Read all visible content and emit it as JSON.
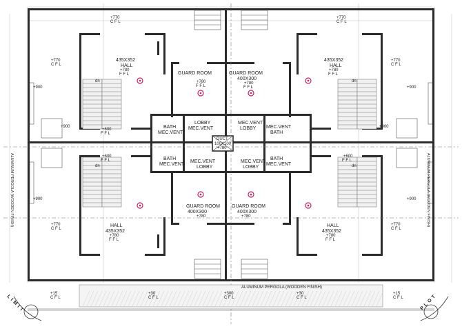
{
  "rooms": {
    "hall": "HALL",
    "hall_size": "435X352",
    "guard_room": "GUARD ROOM",
    "guard_size": "400X300",
    "bath": "BATH",
    "mec_vent": "MEC.VENT",
    "lobby": "LOBBY",
    "duct": "DUCT",
    "duct_size": "100X100"
  },
  "levels": {
    "ffl_780": "+780",
    "cfl_770": "+770",
    "ffl_600": "+600",
    "plus_900": "+900",
    "plus_300": "+300",
    "plus_30": "+30",
    "plus_15": "+15",
    "ffl": "F F L",
    "cfl": "C F L"
  },
  "stair_label": "dn",
  "pergola": {
    "bottom": "ALUMINUM PERGOLA (WOODEN FINISH)",
    "side": "ALUMINUM PERGOLA (WOODEN FINISH)"
  },
  "plot_limit": {
    "left": "LIMIT",
    "right": "PLOT"
  }
}
